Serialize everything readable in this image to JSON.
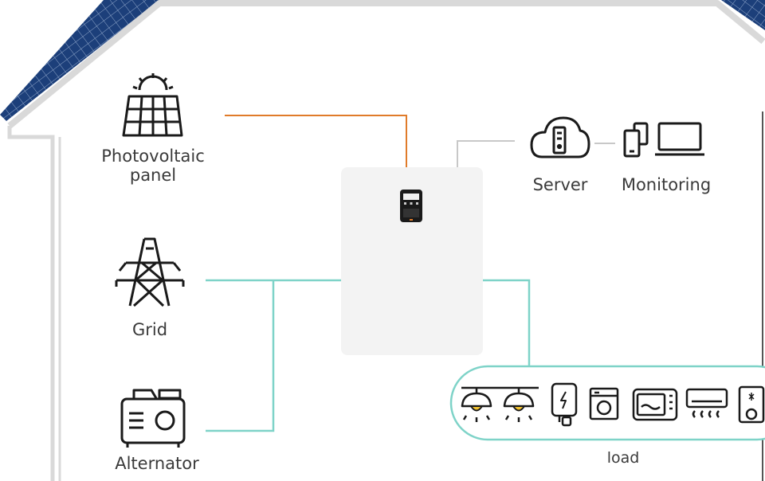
{
  "labels": {
    "photovoltaic_line1": "Photovoltaic",
    "photovoltaic_line2": "panel",
    "grid": "Grid",
    "alternator": "Alternator",
    "server": "Server",
    "monitoring": "Monitoring",
    "load": "load"
  },
  "colors": {
    "pv_line": "#e07b2a",
    "ac_line": "#7ed3c8",
    "comm_line": "#c8c8c8",
    "house_outline": "#d9d9d9",
    "inverter_body": "#f3f3f3",
    "icon_stroke": "#1a1a1a",
    "solar_panel": "#1c3f7a",
    "load_border": "#7ed3c8"
  },
  "icons": {
    "photovoltaic": "solar-panel-icon",
    "grid": "transmission-tower-icon",
    "alternator": "generator-icon",
    "server": "cloud-server-icon",
    "monitoring": "devices-icon",
    "inverter_display": "display-panel-icon",
    "loads": [
      "ceiling-lamp-icon",
      "ceiling-lamp-icon",
      "water-heater-icon",
      "washing-machine-icon",
      "microwave-icon",
      "air-conditioner-icon",
      "speaker-icon"
    ]
  }
}
